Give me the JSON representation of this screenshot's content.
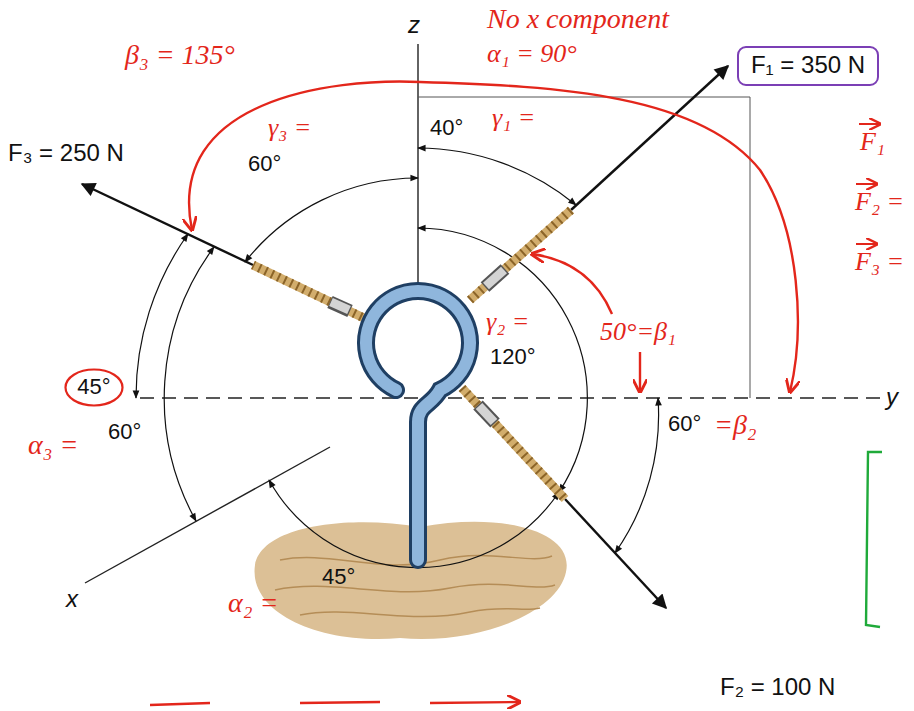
{
  "diagram": {
    "nodes": [
      {
        "text": [
          "F₁ = 350 N"
        ]
      },
      {
        "text": [
          "45°"
        ]
      }
    ],
    "labels": [
      "No x component",
      "α₁ = 90°",
      "z",
      "β₃ = 135°",
      "γ₁ =",
      "40°",
      "γ₃ =",
      "60°",
      "F₃ = 250 N",
      "F₁",
      "F₂ =",
      "F₃ =",
      "γ₂ =",
      "120°",
      "50°=β₁",
      "y",
      "α₃ =",
      "60°",
      "60°",
      "=β₂",
      "x",
      "α₂ =",
      "45°",
      "F₂ = 100 N"
    ]
  }
}
